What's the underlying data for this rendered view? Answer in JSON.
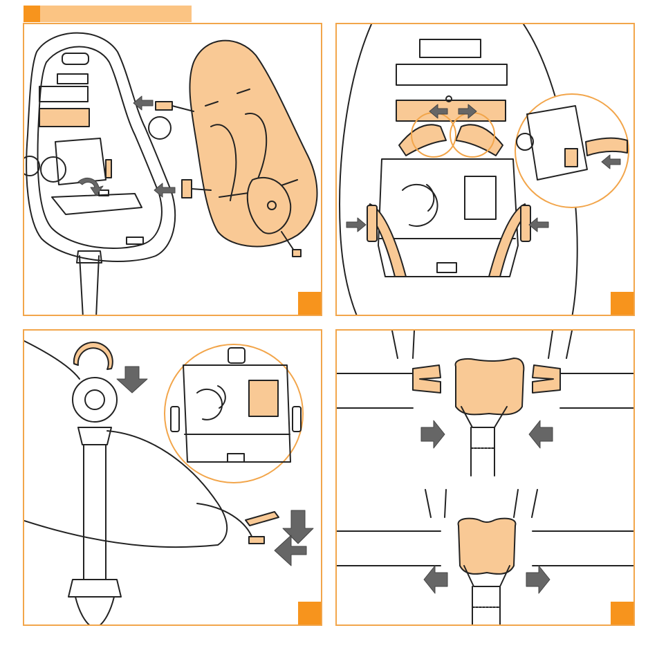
{
  "colors": {
    "accent": "#f7941d",
    "accent_light": "#f9c995",
    "frame": "#f2a54a",
    "line": "#222222",
    "arrow": "#666666"
  },
  "panels": [
    {
      "id": "step-1",
      "content": "seat-cushion-removal"
    },
    {
      "id": "step-2",
      "content": "harness-strap-routing"
    },
    {
      "id": "step-3",
      "content": "seat-detach-from-stand"
    },
    {
      "id": "step-4",
      "content": "buckle-release"
    }
  ],
  "icons": [
    "direction-arrow-icon",
    "rotate-arrow-icon",
    "step-corner-marker"
  ]
}
